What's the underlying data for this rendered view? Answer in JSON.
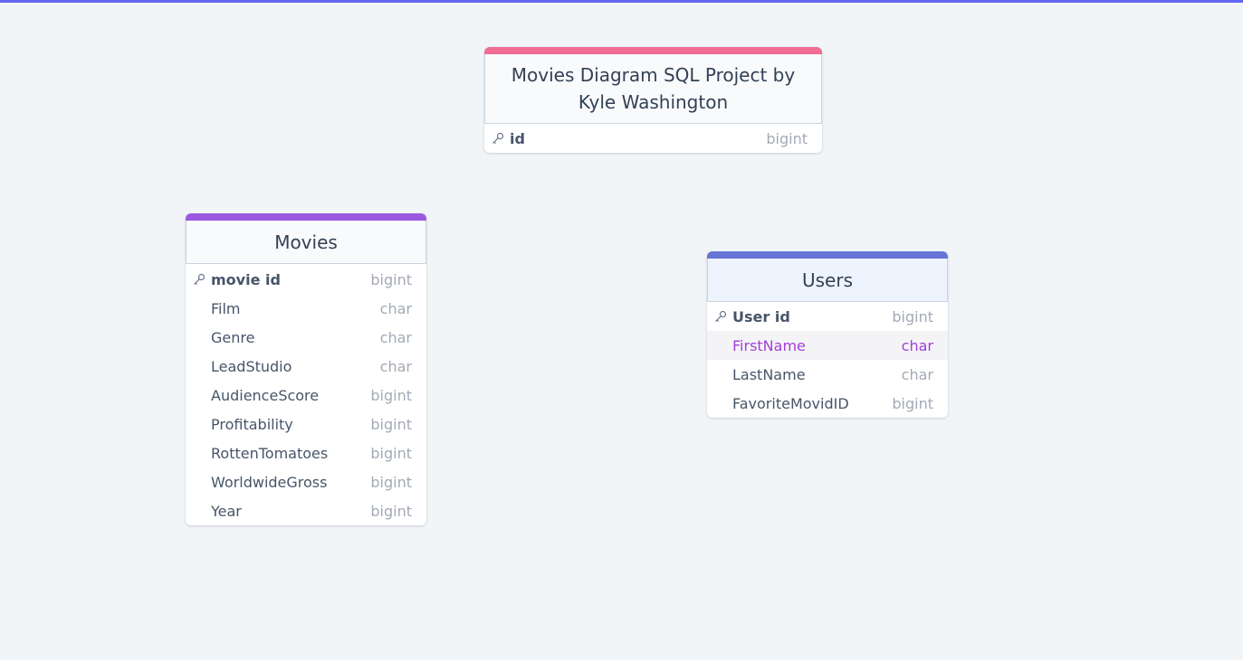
{
  "canvas": {
    "accent_bar_color": "#6366f1"
  },
  "tables": {
    "project": {
      "header_color": "#f06c92",
      "title": "Movies Diagram SQL Project by Kyle Washington",
      "columns": [
        {
          "name": "id",
          "type": "bigint",
          "primary_key": true
        }
      ]
    },
    "movies": {
      "header_color": "#9b59e0",
      "title": "Movies",
      "columns": [
        {
          "name": "movie id",
          "type": "bigint",
          "primary_key": true
        },
        {
          "name": "Film",
          "type": "char"
        },
        {
          "name": "Genre",
          "type": "char"
        },
        {
          "name": "LeadStudio",
          "type": "char"
        },
        {
          "name": "AudienceScore",
          "type": "bigint"
        },
        {
          "name": "Profitability",
          "type": "bigint"
        },
        {
          "name": "RottenTomatoes",
          "type": "bigint"
        },
        {
          "name": "WorldwideGross",
          "type": "bigint"
        },
        {
          "name": "Year",
          "type": "bigint"
        }
      ]
    },
    "users": {
      "header_color": "#6674d6",
      "title": "Users",
      "columns": [
        {
          "name": "User id",
          "type": "bigint",
          "primary_key": true
        },
        {
          "name": "FirstName",
          "type": "char",
          "highlighted": true
        },
        {
          "name": "LastName",
          "type": "char"
        },
        {
          "name": "FavoriteMovidID",
          "type": "bigint"
        }
      ]
    }
  }
}
